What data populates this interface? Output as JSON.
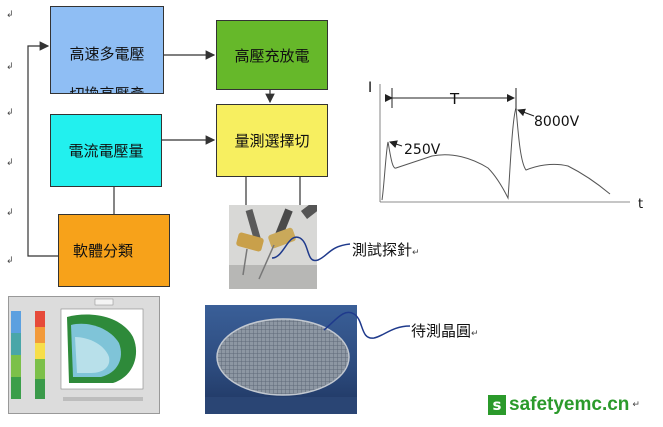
{
  "colors": {
    "box_highspeed": "#8fbef4",
    "box_hv": "#66b82a",
    "box_current": "#22f0ee",
    "box_select": "#f7ef60",
    "box_software": "#f7a21a",
    "arrow": "#333333",
    "probe_line": "#1f3a8c",
    "logo": "#2b9a2b"
  },
  "blocks": {
    "highspeed_line1": "高速多電壓",
    "highspeed_line2": "切換高壓產",
    "hv_charge": "高壓充放電",
    "current_voltage": "電流電壓量",
    "measure_select": "量測選擇切",
    "software": "軟體分類"
  },
  "labels": {
    "probe": "測試探針",
    "wafer": "待測晶圓",
    "mark": "↵",
    "mark_alt": "↲"
  },
  "waveform": {
    "y_label": "I",
    "x_label": "t",
    "period_label": "T",
    "v1": "250V",
    "v2": "8000V"
  },
  "logo": {
    "icon": "s",
    "text": "safetyemc.cn"
  }
}
